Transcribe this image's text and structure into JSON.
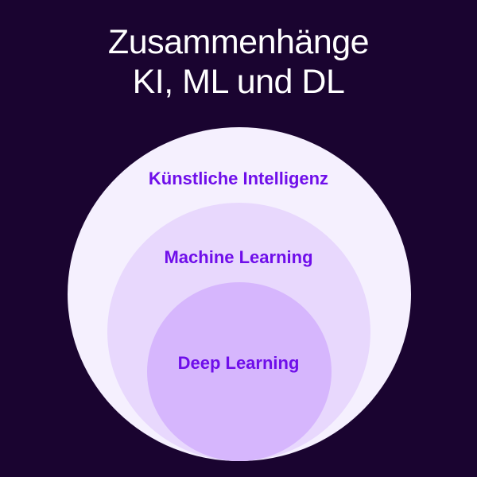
{
  "title": {
    "line1": "Zusammenhänge",
    "line2": "KI, ML und DL"
  },
  "diagram": {
    "type": "nested-circles",
    "levels": [
      {
        "label": "Künstliche Intelligenz",
        "color": "#f5f0fe"
      },
      {
        "label": "Machine Learning",
        "color": "#e8d8fd"
      },
      {
        "label": "Deep Learning",
        "color": "#d6b6fd"
      }
    ],
    "label_color": "#6f0eea",
    "background": "#1a0430"
  }
}
